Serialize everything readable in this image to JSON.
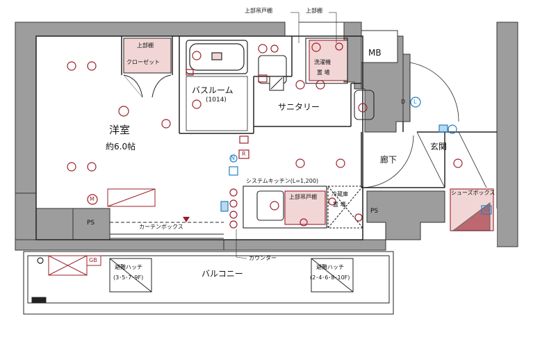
{
  "rooms": {
    "western_room": "洋室",
    "western_room_size": "約6.0帖",
    "bathroom": "バスルーム",
    "bathroom_size": "(1014)",
    "sanitary": "サニタリー",
    "corridor": "廊下",
    "entrance": "玄関",
    "balcony": "バルコニー",
    "closet_top": "上部棚",
    "closet": "クローゼット",
    "washer_line1": "洗濯機",
    "washer_line2": "置 場",
    "fridge_line1": "冷蔵庫",
    "fridge_line2": "置 場",
    "shoe_box": "シューズボックス",
    "curtain_box": "カーテンボックス",
    "counter": "カウンター",
    "system_kitchen": "システムキッチン(L=1,200)",
    "upper_cabinet_kitchen": "上部吊戸棚",
    "upper_cabinet_top": "上部吊戸棚",
    "upper_shelf_top": "上部棚",
    "hatch_left_line1": "避難ハッチ",
    "hatch_left_line2": "(3･5･7･9F)",
    "hatch_right_line1": "避難ハッチ",
    "hatch_right_line2": "(2･4･6･8･10F)",
    "mb": "MB",
    "ps_left": "PS",
    "ps_right": "PS"
  },
  "symbols": {
    "ss": "SS",
    "gb": "GB",
    "m": "M",
    "r": "R",
    "n": "N",
    "l": "L",
    "d": "D"
  },
  "colors": {
    "wall": "#9d9d9d",
    "wall_stroke": "#333333",
    "line": "#222222",
    "electric_red": "#9b1f2a",
    "data_blue": "#1f7fc0",
    "pink_fill": "#f2d6d6"
  }
}
